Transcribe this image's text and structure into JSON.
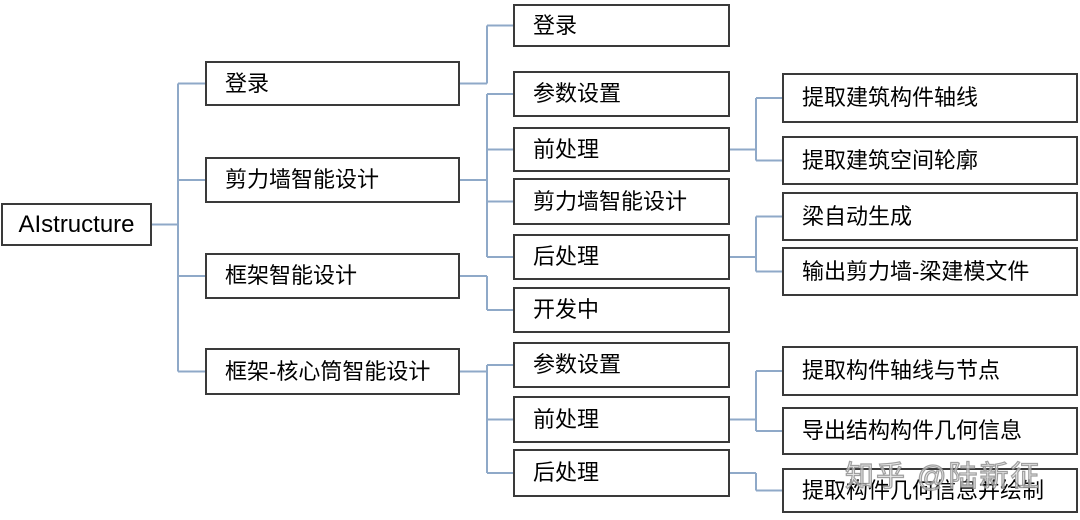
{
  "diagram": {
    "nodes": {
      "root": "AIstructure",
      "c2_login": "登录",
      "c2_shearwall": "剪力墙智能设计",
      "c2_frame": "框架智能设计",
      "c2_frametube": "框架-核心筒智能设计",
      "c3_login": "登录",
      "c3_param1": "参数设置",
      "c3_pre1": "前处理",
      "c3_shearwall": "剪力墙智能设计",
      "c3_post1": "后处理",
      "c3_dev": "开发中",
      "c3_param2": "参数设置",
      "c3_pre2": "前处理",
      "c3_post2": "后处理",
      "c4_axis": "提取建筑构件轴线",
      "c4_outline": "提取建筑空间轮廓",
      "c4_beam": "梁自动生成",
      "c4_export": "输出剪力墙-梁建模文件",
      "c4_nodes": "提取构件轴线与节点",
      "c4_geo": "导出结构构件几何信息",
      "c4_draw": "提取构件几何信息并绘制"
    },
    "edges": [
      {
        "from": "root",
        "to": [
          "c2_login",
          "c2_shearwall",
          "c2_frame",
          "c2_frametube"
        ]
      },
      {
        "from": "c2_login",
        "to": [
          "c3_login"
        ]
      },
      {
        "from": "c2_shearwall",
        "to": [
          "c3_param1",
          "c3_pre1",
          "c3_shearwall",
          "c3_post1"
        ]
      },
      {
        "from": "c2_frame",
        "to": [
          "c3_dev"
        ]
      },
      {
        "from": "c2_frametube",
        "to": [
          "c3_param2",
          "c3_pre2",
          "c3_post2"
        ]
      },
      {
        "from": "c3_pre1",
        "to": [
          "c4_axis",
          "c4_outline"
        ]
      },
      {
        "from": "c3_post1",
        "to": [
          "c4_beam",
          "c4_export"
        ]
      },
      {
        "from": "c3_pre2",
        "to": [
          "c4_nodes",
          "c4_geo"
        ]
      },
      {
        "from": "c3_post2",
        "to": [
          "c4_draw"
        ]
      }
    ],
    "colors": {
      "connector": "#8fa9c8",
      "box_border": "#3a3a3a",
      "box_fill": "#ffffff",
      "text": "#000000"
    }
  },
  "watermark": {
    "text": "知乎 @陆新征"
  }
}
